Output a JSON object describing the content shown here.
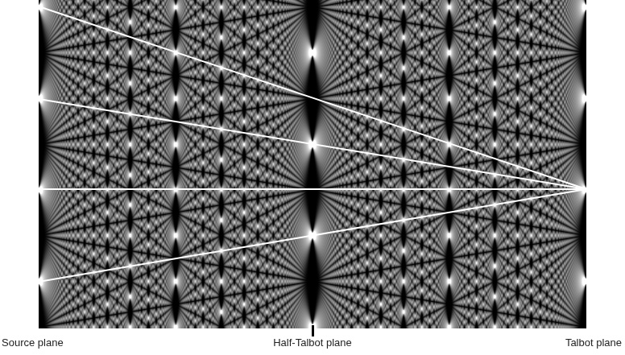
{
  "diagram": {
    "labels": [
      "Source plane",
      "Half-Talbot plane",
      "Talbot plane"
    ]
  }
}
